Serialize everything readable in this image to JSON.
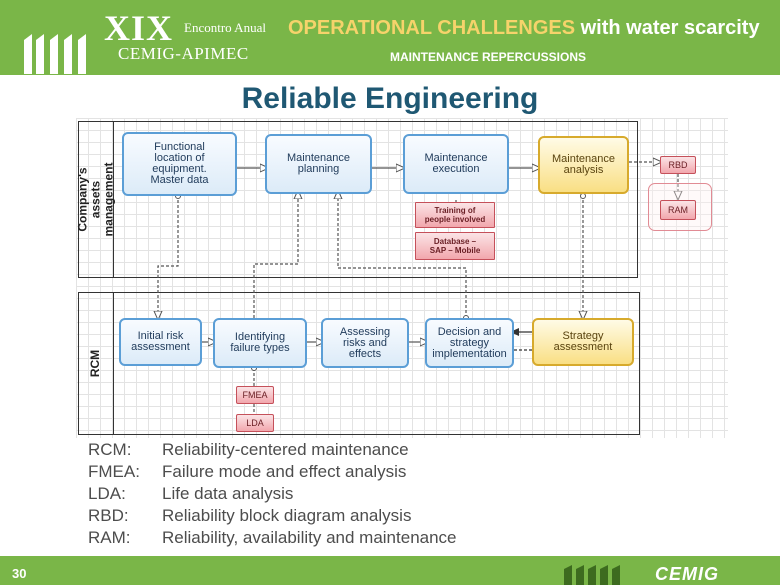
{
  "header": {
    "event_number": "XIX",
    "event_name": "Encontro Anual",
    "event_org": "CEMIG-APIMEC",
    "title_accent": "OPERATIONAL CHALLENGES",
    "title_rest": " with water scarcity",
    "subtitle": "MAINTENANCE REPERCUSSIONS"
  },
  "page_title": "Reliable Engineering",
  "diagram": {
    "lanes": {
      "assets": "Company's assets management",
      "rcm": "RCM"
    },
    "boxes": {
      "functional_location": "Functional location of equipment. Master data",
      "maintenance_planning": "Maintenance planning",
      "maintenance_execution": "Maintenance execution",
      "maintenance_analysis": "Maintenance analysis",
      "rbd": "RBD",
      "ram": "RAM",
      "training": "Training of people involved",
      "database": "Database – SAP – Mobile",
      "initial_risk": "Initial risk assessment",
      "identifying_failure": "Identifying failure types",
      "assessing_risks": "Assessing risks and effects",
      "decision_strategy": "Decision and strategy implementation",
      "strategy_assessment": "Strategy assessment",
      "fmea": "FMEA",
      "lda": "LDA"
    }
  },
  "legend": [
    {
      "abbr": "RCM:",
      "desc": "Reliability-centered maintenance"
    },
    {
      "abbr": "FMEA:",
      "desc": "Failure mode and effect analysis"
    },
    {
      "abbr": "LDA:",
      "desc": "Life data analysis"
    },
    {
      "abbr": "RBD:",
      "desc": "Reliability block diagram analysis"
    },
    {
      "abbr": "RAM:",
      "desc": "Reliability, availability and maintenance"
    }
  ],
  "footer": {
    "page_number": "30",
    "brand": "CEMIG"
  },
  "colors": {
    "header_green": "#7ab648",
    "title_accent": "#f6d36b",
    "page_title": "#1f5873",
    "box_blue_border": "#5b9ed6",
    "box_gold_border": "#d7aa2c",
    "box_pink_border": "#c5505a"
  }
}
